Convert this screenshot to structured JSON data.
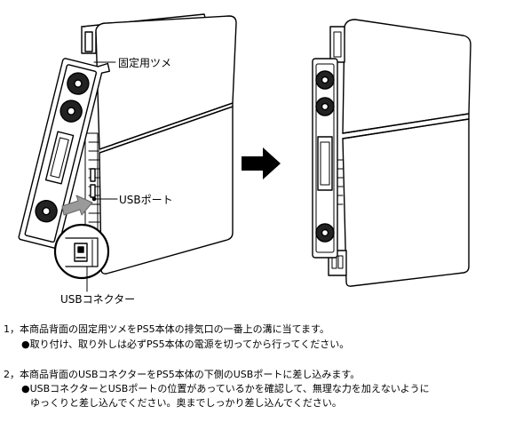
{
  "labels": {
    "claw": "固定用ツメ",
    "usb_port": "USBポート",
    "usb_connector": "USBコネクター"
  },
  "instructions": {
    "step1": {
      "title": "1，本商品背面の固定用ツメをPS5本体の排気口の一番上の溝に当てます。",
      "bullet": "●取り付け、取り外しは必ずPS5本体の電源を切ってから行ってください。"
    },
    "step2": {
      "title": "2，本商品背面のUSBコネクターをPS5本体の下側のUSBポートに差し込みます。",
      "bullet1": "●USBコネクターとUSBポートの位置があっているかを確認して、無理な力を加えないように",
      "bullet2": "ゆっくりと差し込んでください。奥までしっかり差し込んでください。"
    }
  },
  "icons": [
    "arrow-right-icon",
    "usb-port-arrow-icon"
  ]
}
